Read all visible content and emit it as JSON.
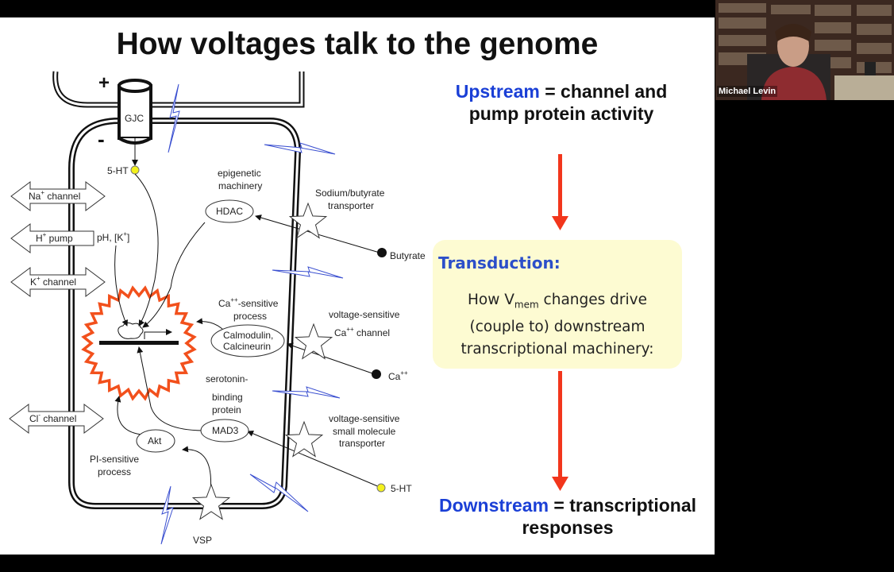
{
  "slide": {
    "title": "How voltages talk to the genome",
    "upstream": {
      "keyword": "Upstream",
      "rest1": " = channel and",
      "line2": "pump protein activity"
    },
    "transduction": {
      "title": "Transduction:",
      "line1_pre": "How V",
      "line1_sub": "mem",
      "line1_post": " changes drive",
      "line2": "(couple to) downstream",
      "line3": "transcriptional machinery:"
    },
    "downstream": {
      "keyword": "Downstream",
      "rest1": " = transcriptional",
      "line2": "responses"
    },
    "colors": {
      "keyword_blue": "#1a3fd6",
      "arrow_red": "#f2361c",
      "nucleus_orange": "#f2501c",
      "bolt_blue": "#3a4fd0",
      "box_yellow": "#fdfbd2"
    }
  },
  "diagram": {
    "gjc": "GJC",
    "plus": "+",
    "minus": "-",
    "channels": [
      {
        "ion": "Na",
        "sup": "+",
        "label": " channel"
      },
      {
        "ion": "H",
        "sup": "+",
        "label": " pump"
      },
      {
        "ion": "K",
        "sup": "+",
        "label": " channel"
      },
      {
        "ion": "Cl",
        "sup": "-",
        "label": " channel"
      }
    ],
    "labels": {
      "serotonin_top": "5-HT",
      "ph_k": "pH, [K",
      "ph_k_sup": "+",
      "ph_k_end": "]",
      "epigenetic1": "epigenetic",
      "epigenetic2": "machinery",
      "hdac": "HDAC",
      "sodium1": "Sodium/butyrate",
      "sodium2": "transporter",
      "butyrate": "Butyrate",
      "ca_sens1": "Ca",
      "ca_sens1_sup": "++",
      "ca_sens1_post": "-sensitive",
      "ca_sens2": "process",
      "calmodulin1": "Calmodulin,",
      "calmodulin2": "Calcineurin",
      "vsens1": "voltage-sensitive",
      "vsens2": "Ca",
      "vsens2_sup": "++",
      "vsens2_post": " channel",
      "ca_ion": "Ca",
      "ca_ion_sup": "++",
      "sero1": "serotonin-",
      "sero2": "binding",
      "sero3": "protein",
      "mad3": "MAD3",
      "vsm1": "voltage-sensitive",
      "vsm2": "small molecule",
      "vsm3": "transporter",
      "akt": "Akt",
      "pi1": "PI-sensitive",
      "pi2": "process",
      "serotonin_bottom": "5-HT",
      "vsp": "VSP"
    }
  },
  "video": {
    "participant_name": "Michael Levin"
  }
}
